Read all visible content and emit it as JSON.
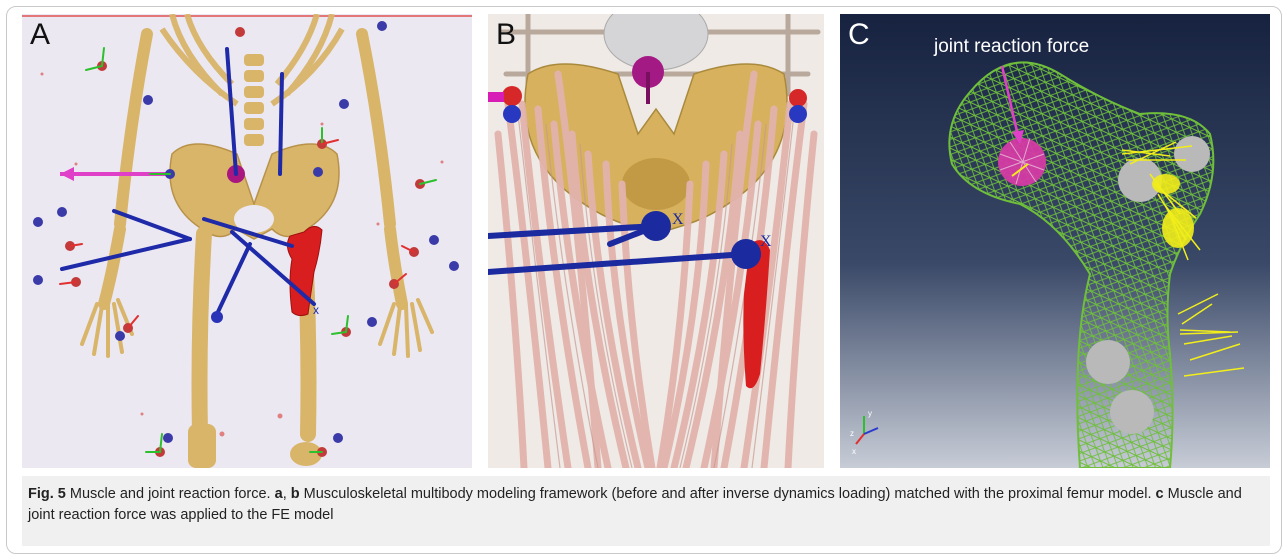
{
  "figure": {
    "panels": [
      {
        "label": "A"
      },
      {
        "label": "B"
      },
      {
        "label": "C",
        "annotation": "joint reaction force"
      }
    ],
    "axis_letters": {
      "x": "x",
      "y": "y",
      "z": "z",
      "X": "X"
    },
    "caption": {
      "fig_label": "Fig. 5",
      "title": " Muscle and joint reaction force. ",
      "ref_a": "a",
      "sep": ", ",
      "ref_b": "b",
      "text_ab": " Musculoskeletal multibody modeling framework (before and after inverse dynamics loading) matched with the proximal femur model. ",
      "ref_c": "c",
      "text_c": " Muscle and joint reaction force was applied to the FE model"
    },
    "colors": {
      "bone": "#d9b56a",
      "muscle": "#e2b4ad",
      "femur_red": "#d81e1e",
      "vector_blue": "#1f2aa8",
      "joint_magenta": "#c2148f",
      "mesh_green": "#6fbf3b",
      "force_yellow": "#f2ee1a",
      "bg_navy": "#1d2a48"
    }
  }
}
